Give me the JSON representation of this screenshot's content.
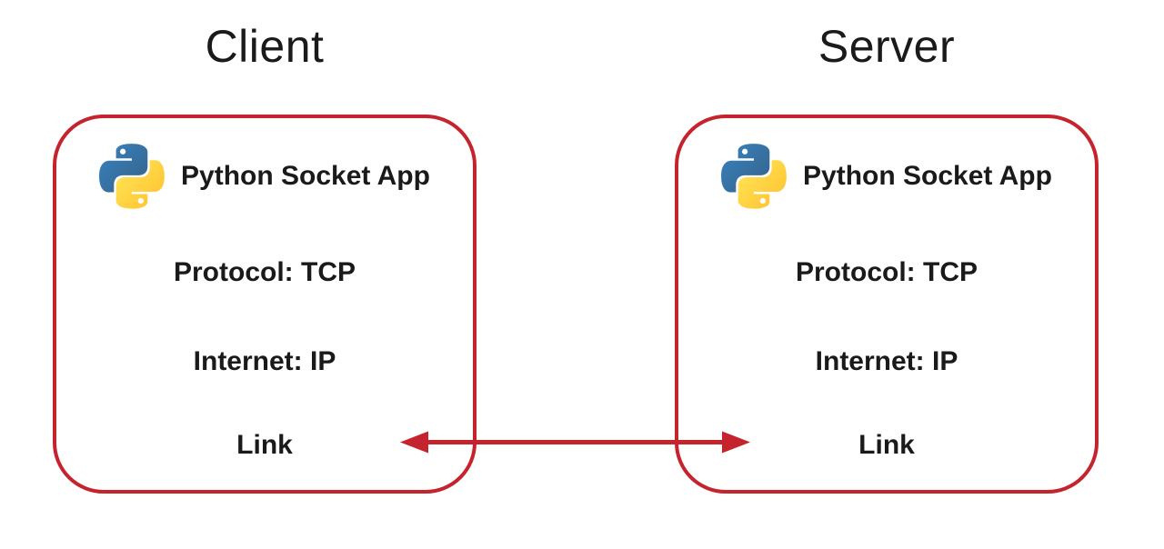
{
  "colors": {
    "background": "#FFFFFF",
    "box_border_red": "#C5232D",
    "arrow_red": "#C5232D",
    "text": "#1A1A1A",
    "python_blue_light": "#387EB8",
    "python_blue_dark": "#366994",
    "python_yellow_light": "#FFE052",
    "python_yellow_dark": "#FFC331"
  },
  "nodes": [
    {
      "id": "client",
      "title": "Client",
      "icon": "python-logo-icon",
      "app_label": "Python Socket App",
      "transport_label": "Protocol: TCP",
      "internet_label": "Internet: IP",
      "link_label": "Link"
    },
    {
      "id": "server",
      "title": "Server",
      "icon": "python-logo-icon",
      "app_label": "Python Socket App",
      "transport_label": "Protocol: TCP",
      "internet_label": "Internet: IP",
      "link_label": "Link"
    }
  ],
  "connection": {
    "type": "bidirectional-arrow"
  }
}
